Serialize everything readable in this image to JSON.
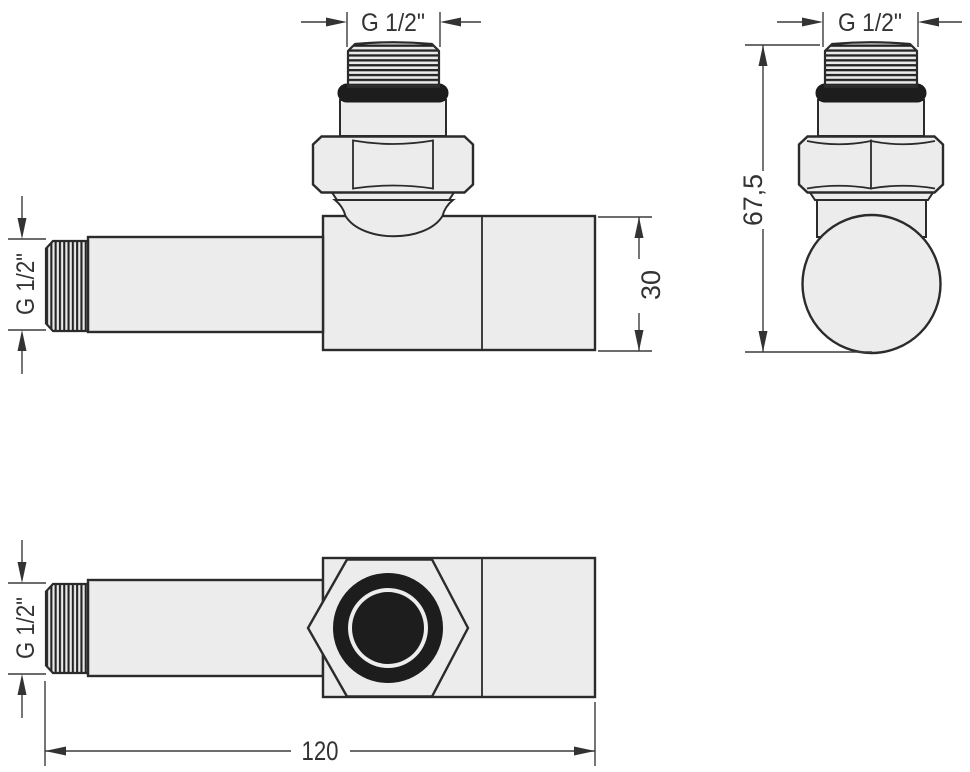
{
  "drawing_type": "technical drawing - angled radiator valve, three orthographic views",
  "colors": {
    "background": "#ffffff",
    "metal_fill": "#ececec",
    "outline": "#2b2b2b",
    "seal_black": "#1d1d1d",
    "dimension": "#3c3c3c"
  },
  "views": {
    "side_view": {
      "name": "side view (top left)",
      "thread_top_label": "G 1/2\"",
      "thread_left_label": "G 1/2\"",
      "body_height_label": "30"
    },
    "front_view": {
      "name": "front view (top right)",
      "thread_top_label": "G 1/2\"",
      "overall_height_label": "67,5"
    },
    "top_view": {
      "name": "top view (bottom left)",
      "thread_left_label": "G 1/2\"",
      "overall_length_label": "120"
    }
  }
}
